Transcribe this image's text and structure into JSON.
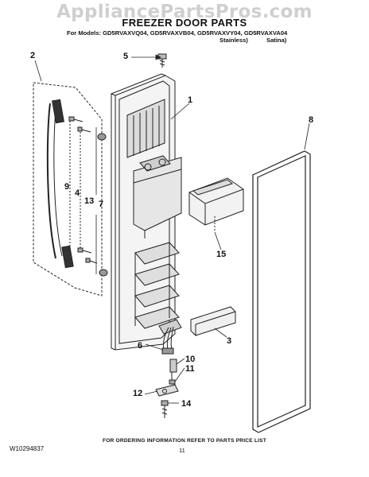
{
  "watermark": "AppliancePartsPros.com",
  "header": {
    "title": "FREEZER DOOR PARTS",
    "models_line": "For Models: GD5RVAXVQ04, GD5RVAXVB04, GD5RVAXVY04, GD5RVAXVA04",
    "variant_1": "Stainless)",
    "variant_2": "Satina)"
  },
  "callouts": {
    "c1": "1",
    "c2": "2",
    "c3": "3",
    "c4": "4",
    "c5": "5",
    "c6": "6",
    "c7": "7",
    "c8": "8",
    "c9": "9",
    "c10": "10",
    "c11": "11",
    "c12": "12",
    "c13": "13",
    "c14": "14",
    "c15": "15"
  },
  "footer": {
    "note": "FOR ORDERING INFORMATION REFER TO PARTS PRICE LIST",
    "doc_number": "W10294837",
    "page_number": "11"
  }
}
